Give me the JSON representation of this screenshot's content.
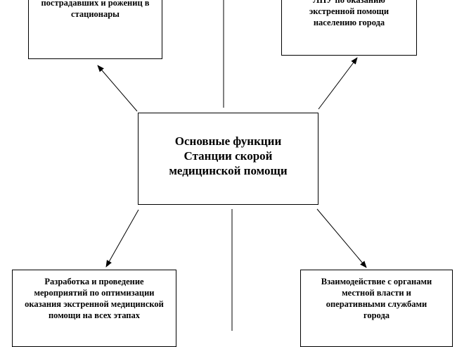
{
  "center": {
    "lines": [
      "Основные функции",
      "Станции скорой",
      "медицинской помощи"
    ]
  },
  "top_left": {
    "lines": [
      "пострадавших и рожениц в",
      "стационары"
    ]
  },
  "top_right": {
    "lines": [
      "ЛПУ по оказанию",
      "экстренной помощи",
      "населению города"
    ]
  },
  "bottom_left": {
    "lines": [
      "Разработка и проведение",
      "мероприятий по оптимизации",
      "оказания экстренной медицинской",
      "помощи на всех этапах"
    ]
  },
  "bottom_right": {
    "lines": [
      "Взаимодействие с органами",
      "местной власти и",
      "оперативными службами",
      "города"
    ]
  }
}
